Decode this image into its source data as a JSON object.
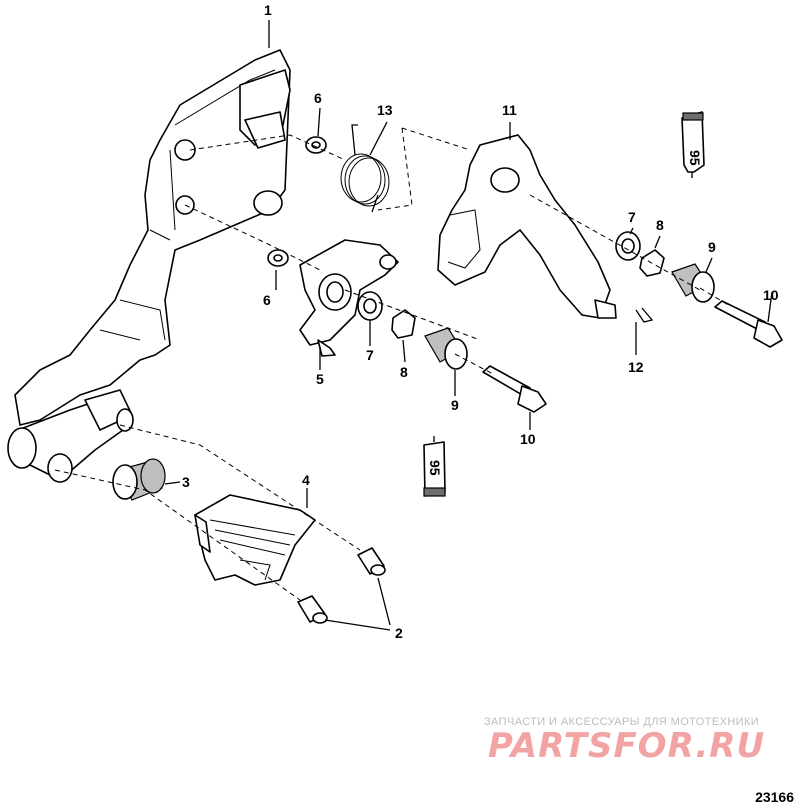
{
  "callouts": {
    "c1": "1",
    "c2": "2",
    "c3": "3",
    "c4": "4",
    "c5": "5",
    "c6a": "6",
    "c6b": "6",
    "c7a": "7",
    "c7b": "7",
    "c8a": "8",
    "c8b": "8",
    "c9a": "9",
    "c9b": "9",
    "c10a": "10",
    "c10b": "10",
    "c11": "11",
    "c12": "12",
    "c13": "13"
  },
  "lubricant_tube_label_top": "95",
  "lubricant_tube_label_bottom": "95",
  "watermark": {
    "tagline": "ЗАПЧАСТИ И АКСЕССУАРЫ ДЛЯ МОТОТЕХНИКИ",
    "logo": "PARTSFOR.RU"
  },
  "diagram_number": "23166"
}
